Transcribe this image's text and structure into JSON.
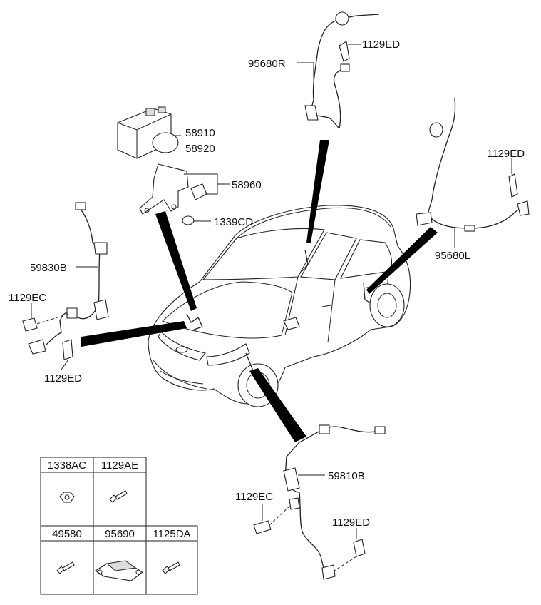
{
  "callouts": {
    "c_95680R": "95680R",
    "c_1129ED_top": "1129ED",
    "c_58910": "58910",
    "c_58920": "58920",
    "c_58960": "58960",
    "c_1339CD": "1339CD",
    "c_1129ED_right": "1129ED",
    "c_95680L": "95680L",
    "c_59830B": "59830B",
    "c_1129EC_left": "1129EC",
    "c_1129ED_left": "1129ED",
    "c_59810B": "59810B",
    "c_1129EC_bottom": "1129EC",
    "c_1129ED_bottom": "1129ED"
  },
  "parts_table": {
    "row1": [
      "1338AC",
      "1129AE"
    ],
    "row2": [
      "49580",
      "95690",
      "1125DA"
    ]
  },
  "icons": {
    "abs_module": "abs-hydraulic-unit-icon",
    "bracket": "mounting-bracket-icon",
    "car": "hatchback-car-icon",
    "sensor": "wheel-speed-sensor-icon",
    "bolt": "bolt-icon",
    "nut": "nut-icon",
    "sensor_module": "yaw-rate-sensor-icon"
  }
}
